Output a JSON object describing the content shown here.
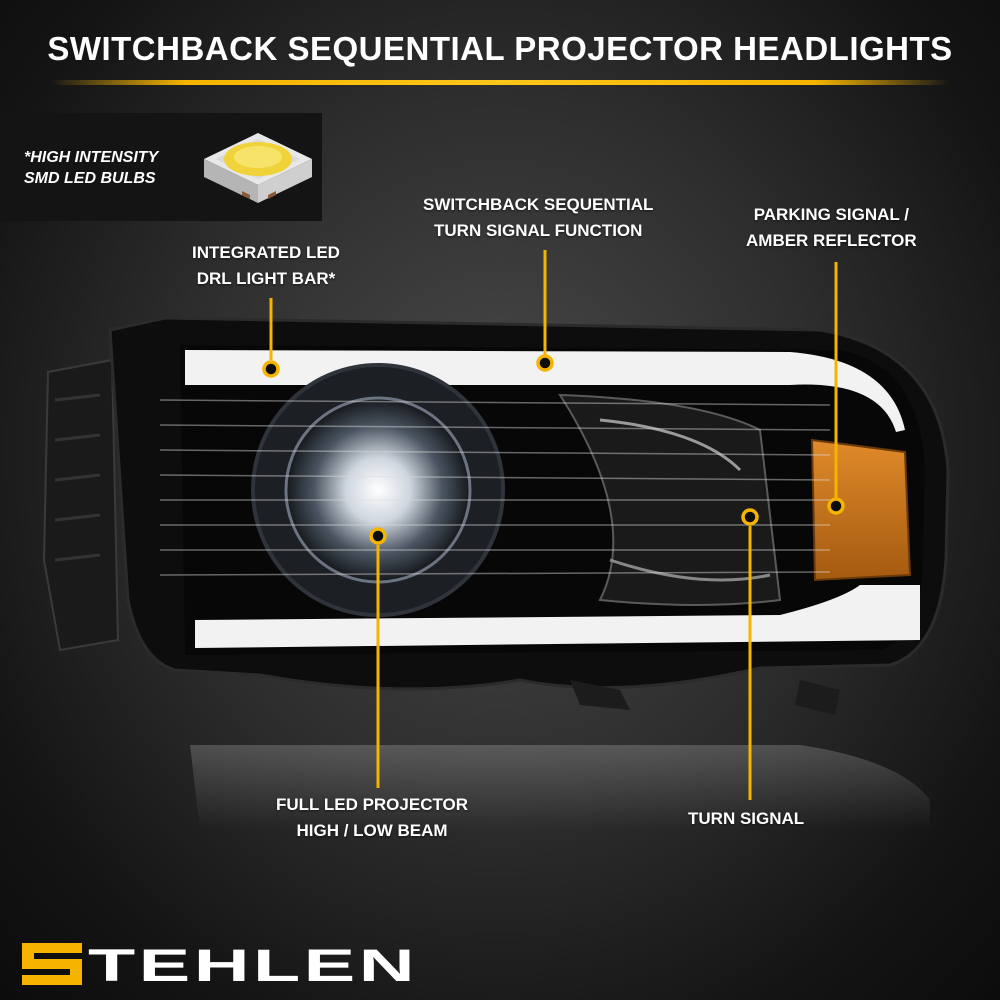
{
  "header": {
    "title": "SWITCHBACK SEQUENTIAL PROJECTOR HEADLIGHTS"
  },
  "badge": {
    "line1": "*HIGH INTENSITY",
    "line2": "SMD LED BULBS"
  },
  "callouts": {
    "drl": {
      "line1": "INTEGRATED LED",
      "line2": "DRL LIGHT BAR*"
    },
    "sequential": {
      "line1": "SWITCHBACK SEQUENTIAL",
      "line2": "TURN SIGNAL FUNCTION"
    },
    "parking": {
      "line1": "PARKING SIGNAL /",
      "line2": "AMBER REFLECTOR"
    },
    "projector": {
      "line1": "FULL LED PROJECTOR",
      "line2": "HIGH / LOW BEAM"
    },
    "turn": {
      "line1": "TURN SIGNAL"
    }
  },
  "brand": {
    "name": "STEHLEN",
    "accent": "#f4b400"
  },
  "colors": {
    "accent": "#f4b400",
    "amber_reflector": "#c8741a",
    "text": "#ffffff"
  }
}
